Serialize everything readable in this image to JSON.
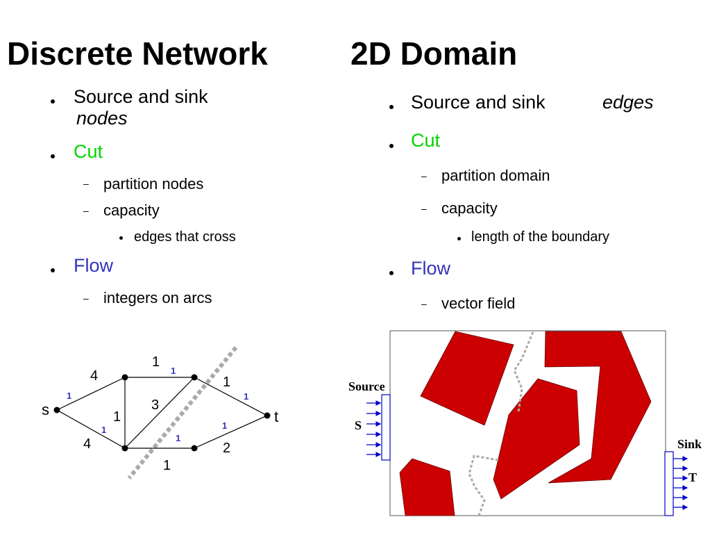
{
  "left": {
    "title": "Discrete Network",
    "item1_text": "Source and sink",
    "item1_em": "nodes",
    "cut_label": "Cut",
    "cut_sub1": "partition nodes",
    "cut_sub2": "capacity",
    "cut_sub2_sub": "edges that cross",
    "flow_label": "Flow",
    "flow_sub1": "integers on arcs"
  },
  "right": {
    "title": "2D Domain",
    "item1_text": "Source and sink",
    "item1_em": "edges",
    "cut_label": "Cut",
    "cut_sub1": "partition domain",
    "cut_sub2": "capacity",
    "cut_sub2_sub": "length of the boundary",
    "flow_label": "Flow",
    "flow_sub1": "vector field"
  },
  "network": {
    "source_label": "s",
    "sink_label": "t",
    "capacities": [
      "4",
      "1",
      "1",
      "3",
      "1",
      "4",
      "1",
      "2"
    ],
    "flows": [
      "1",
      "1",
      "1",
      "1",
      "1",
      "1"
    ],
    "colors": {
      "edge": "#000000",
      "flow": "#3333bb",
      "cut": "#aaaaaa"
    }
  },
  "domain": {
    "source_title": "Source",
    "source_letter": "S",
    "sink_title": "Sink",
    "sink_letter": "T",
    "colors": {
      "obstacle": "#cc0000",
      "arrow": "#0000cc",
      "cut": "#aaaaaa",
      "border": "#555555"
    }
  }
}
